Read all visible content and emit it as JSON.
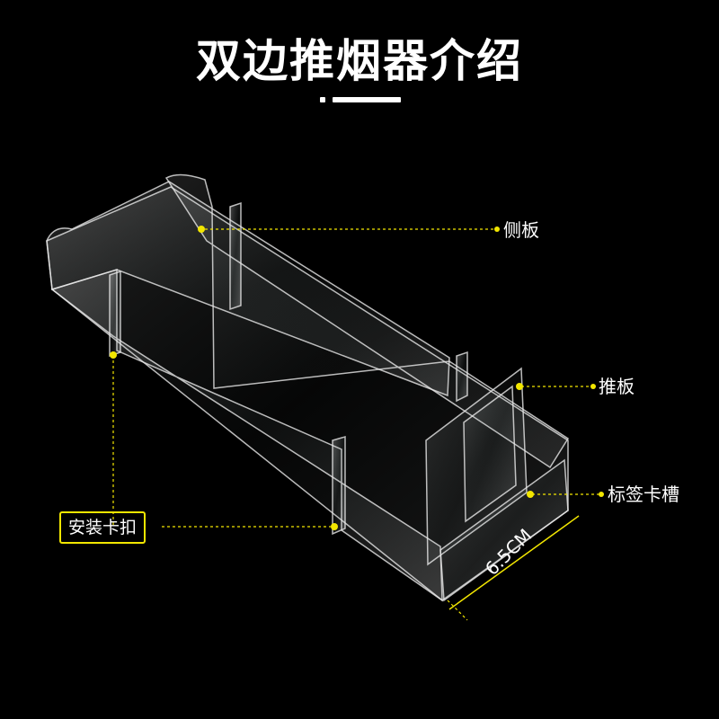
{
  "title": "双边推烟器介绍",
  "callouts": {
    "side_panel": "侧板",
    "push_plate": "推板",
    "label_slot": "标签卡槽",
    "mount_clip": "安装卡扣"
  },
  "dimension": "6.5CM",
  "colors": {
    "background": "#000000",
    "accent": "#f2e600",
    "text": "#ffffff"
  }
}
